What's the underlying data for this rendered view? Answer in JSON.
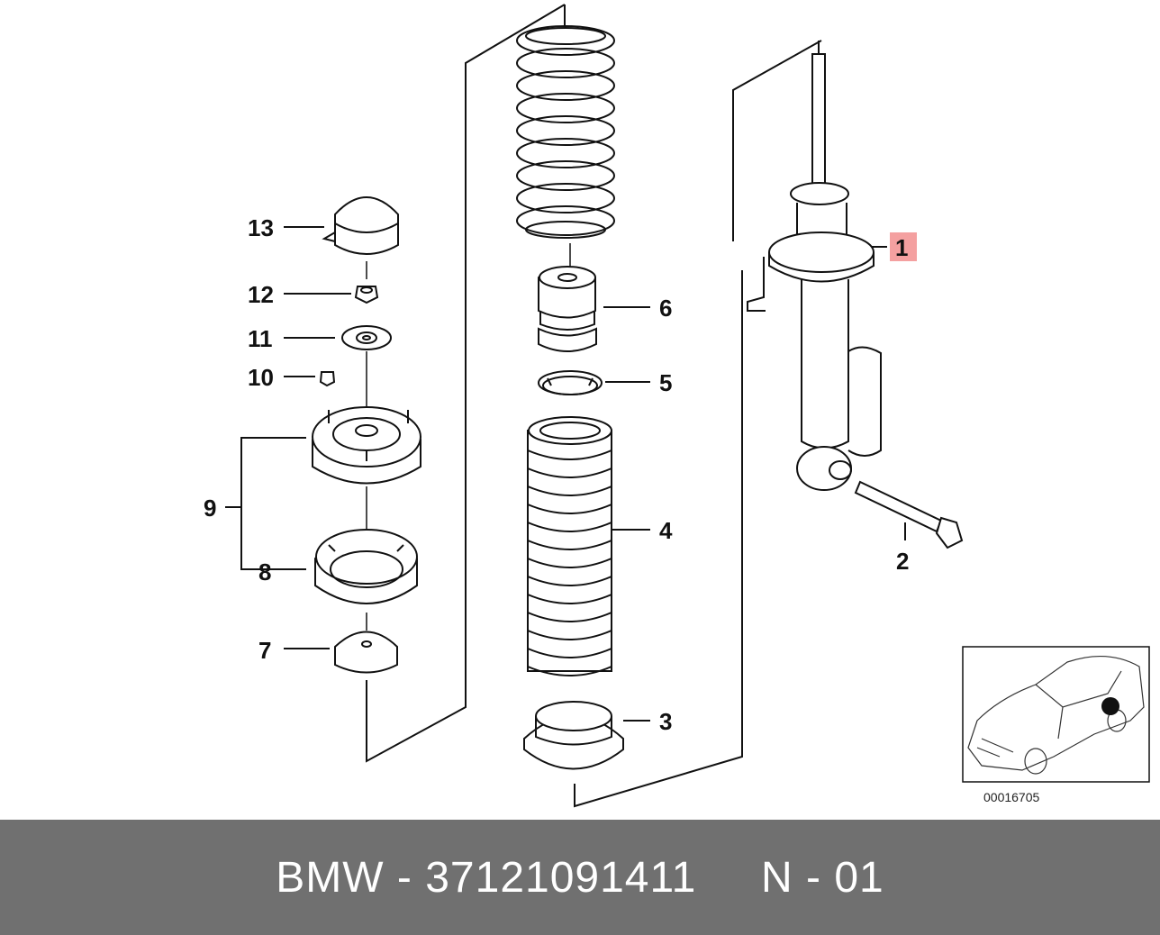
{
  "diagram": {
    "labels": {
      "l1": "1",
      "l2": "2",
      "l3": "3",
      "l4": "4",
      "l5": "5",
      "l6": "6",
      "l7": "7",
      "l8": "8",
      "l9": "9",
      "l10": "10",
      "l11": "11",
      "l12": "12",
      "l13": "13"
    },
    "inset_code": "00016705",
    "highlight_color": "#f4a0a0"
  },
  "footer": {
    "brand": "BMW",
    "sep1": " - ",
    "part_number": "37121091411",
    "gap": "     ",
    "variant": "N - 01",
    "background": "#707070"
  }
}
